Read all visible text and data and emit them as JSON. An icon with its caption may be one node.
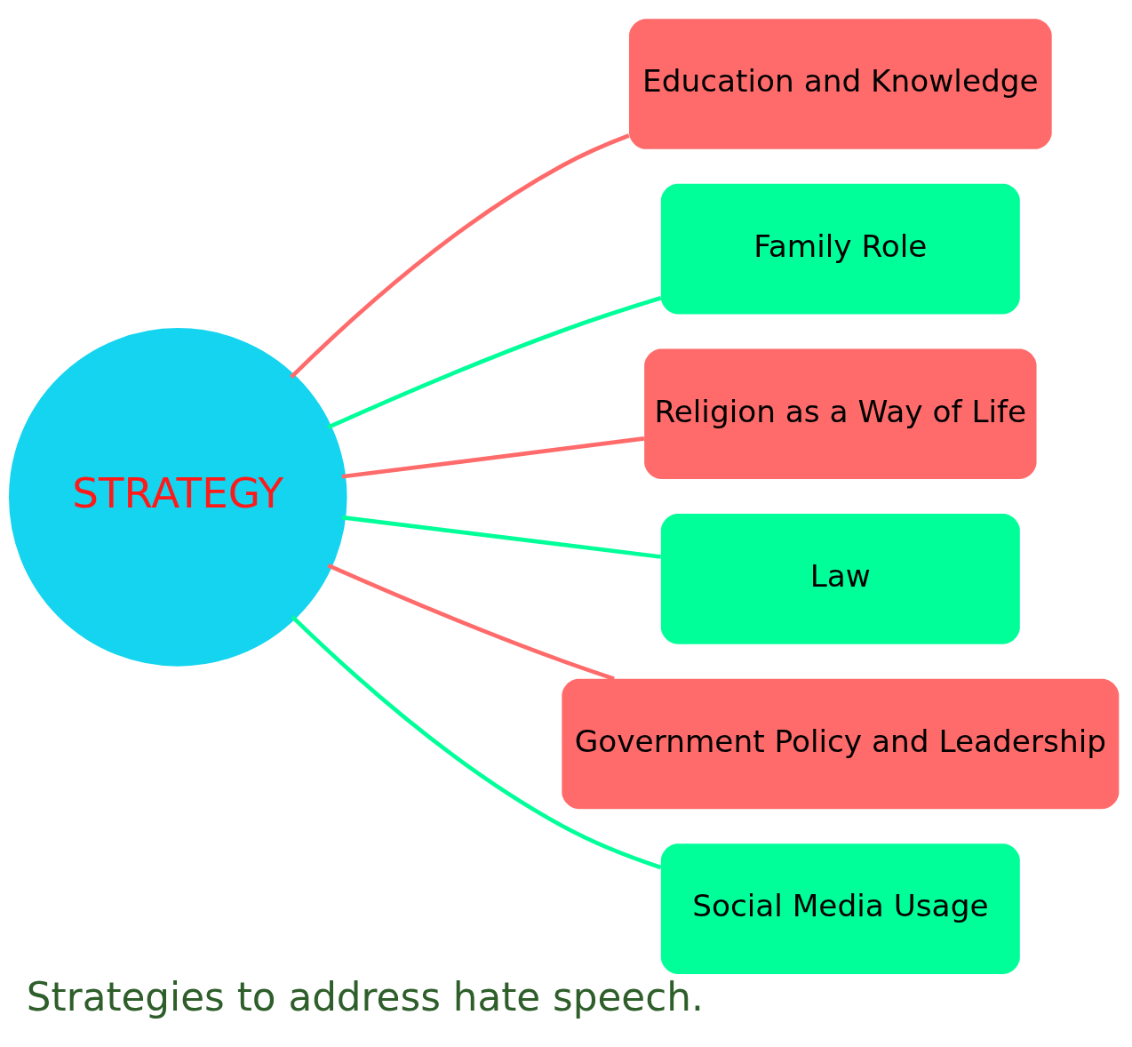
{
  "diagram": {
    "caption": "Strategies to address hate speech.",
    "nodes": [
      {
        "text": [
          "STRATEGY"
        ]
      },
      {
        "text": [
          "Education and Knowledge"
        ]
      },
      {
        "text": [
          "Family Role"
        ]
      },
      {
        "text": [
          "Religion as a Way of Life"
        ]
      },
      {
        "text": [
          "Law"
        ]
      },
      {
        "text": [
          "Government Policy and Leadership"
        ]
      },
      {
        "text": [
          "Social Media Usage"
        ]
      }
    ],
    "edges": [
      {
        "from": 0,
        "to": 1,
        "arrow": "none",
        "color": "#ff6b6b"
      },
      {
        "from": 0,
        "to": 2,
        "arrow": "none",
        "color": "#00ff99"
      },
      {
        "from": 0,
        "to": 3,
        "arrow": "none",
        "color": "#ff6b6b"
      },
      {
        "from": 0,
        "to": 4,
        "arrow": "none",
        "color": "#00ff99"
      },
      {
        "from": 0,
        "to": 5,
        "arrow": "none",
        "color": "#ff6b6b"
      },
      {
        "from": 0,
        "to": 6,
        "arrow": "none",
        "color": "#00ff99"
      }
    ]
  }
}
